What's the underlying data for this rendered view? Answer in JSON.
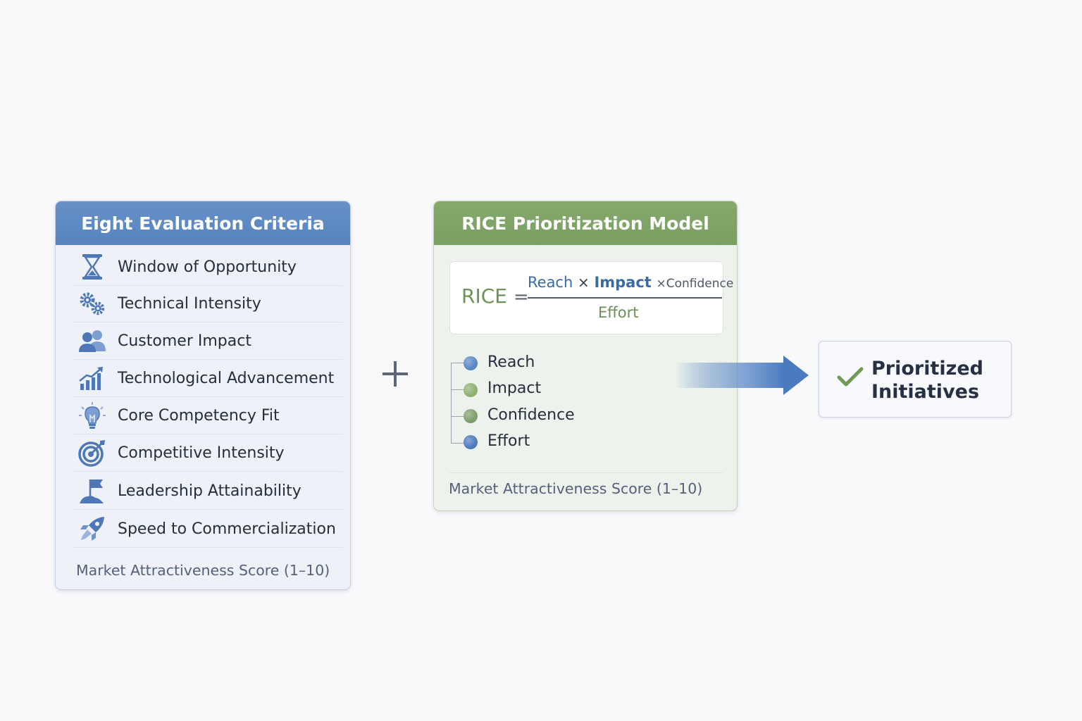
{
  "criteria_panel": {
    "title": "Eight Evaluation Criteria",
    "items": [
      {
        "label": "Window of Opportunity",
        "icon": "hourglass-icon"
      },
      {
        "label": "Technical Intensity",
        "icon": "gears-icon"
      },
      {
        "label": "Customer Impact",
        "icon": "users-icon"
      },
      {
        "label": "Technological Advancement",
        "icon": "growth-chart-icon"
      },
      {
        "label": "Core Competency Fit",
        "icon": "lightbulb-icon"
      },
      {
        "label": "Competitive Intensity",
        "icon": "target-icon"
      },
      {
        "label": "Leadership Attainability",
        "icon": "flag-summit-icon"
      },
      {
        "label": "Speed to Commercialization",
        "icon": "rocket-icon"
      }
    ],
    "footer": "Market Attractiveness Score (1–10)"
  },
  "connector": {
    "symbol": "+"
  },
  "rice_panel": {
    "title": "RICE Prioritization Model",
    "formula": {
      "lhs": "RICE",
      "equals": "=",
      "reach": "Reach",
      "times1": "×",
      "impact": "Impact",
      "times2": "×",
      "confidence": "Confidence",
      "denominator": "Effort"
    },
    "variables": [
      {
        "label": "Reach",
        "color": "#5b86c4"
      },
      {
        "label": "Impact",
        "color": "#8fb071"
      },
      {
        "label": "Confidence",
        "color": "#7f9d6b"
      },
      {
        "label": "Effort",
        "color": "#4f79bd"
      }
    ],
    "footer": "Market Attractiveness Score (1–10)"
  },
  "output": {
    "label": "Prioritized Initiatives",
    "icon": "checkmark-icon"
  },
  "colors": {
    "criteria_header": "#5f8ac4",
    "rice_header": "#80a468",
    "arrow": "#4a7bc0"
  }
}
